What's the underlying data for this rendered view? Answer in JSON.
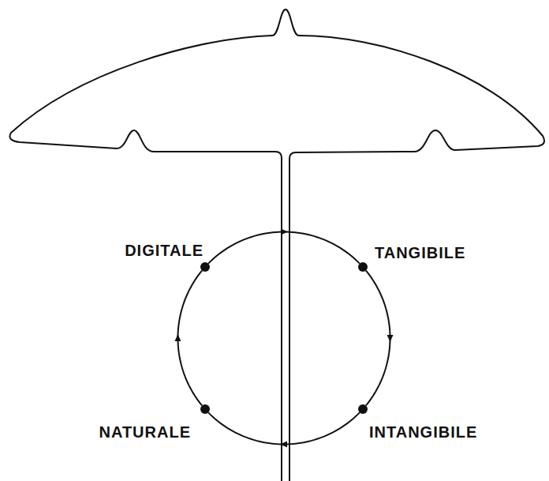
{
  "diagram": {
    "nodes": [
      {
        "text": [
          "DIGITALE"
        ]
      },
      {
        "text": [
          "TANGIBILE"
        ]
      },
      {
        "text": [
          "NATURALE"
        ]
      },
      {
        "text": [
          "INTANGIBILE"
        ]
      }
    ],
    "edges": [
      {
        "from": 0,
        "to": 1,
        "arrow": "to"
      },
      {
        "from": 1,
        "to": 3,
        "arrow": "to"
      },
      {
        "from": 3,
        "to": 2,
        "arrow": "to"
      },
      {
        "from": 2,
        "to": 0,
        "arrow": "to"
      }
    ]
  }
}
